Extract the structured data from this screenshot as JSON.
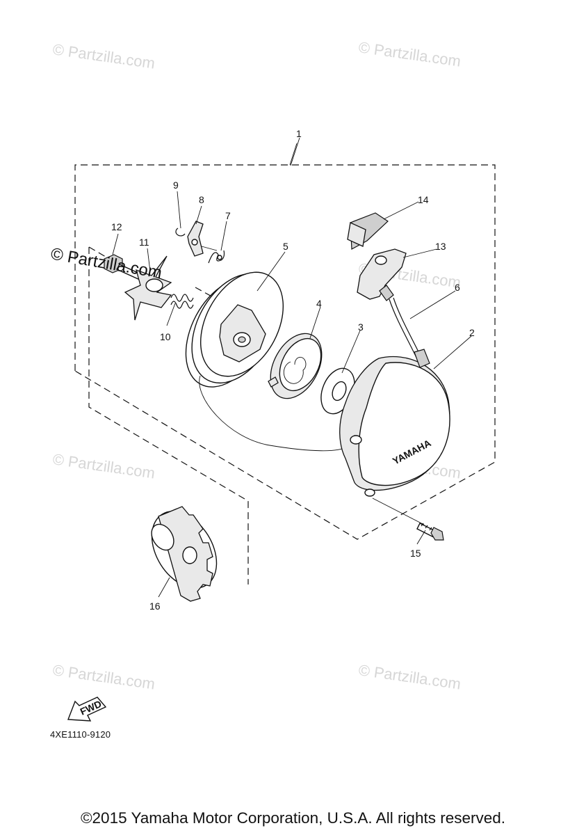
{
  "watermark": {
    "text": "© Partzilla.com"
  },
  "callouts": [
    "1",
    "2",
    "3",
    "4",
    "5",
    "6",
    "7",
    "8",
    "9",
    "10",
    "11",
    "12",
    "13",
    "14",
    "15",
    "16"
  ],
  "cover_brand": "YAMAHA",
  "fwd_label": "FWD",
  "diagram_code": "4XE1110-9120",
  "copyright": "©2015 Yamaha Motor Corporation, U.S.A. All rights reserved."
}
